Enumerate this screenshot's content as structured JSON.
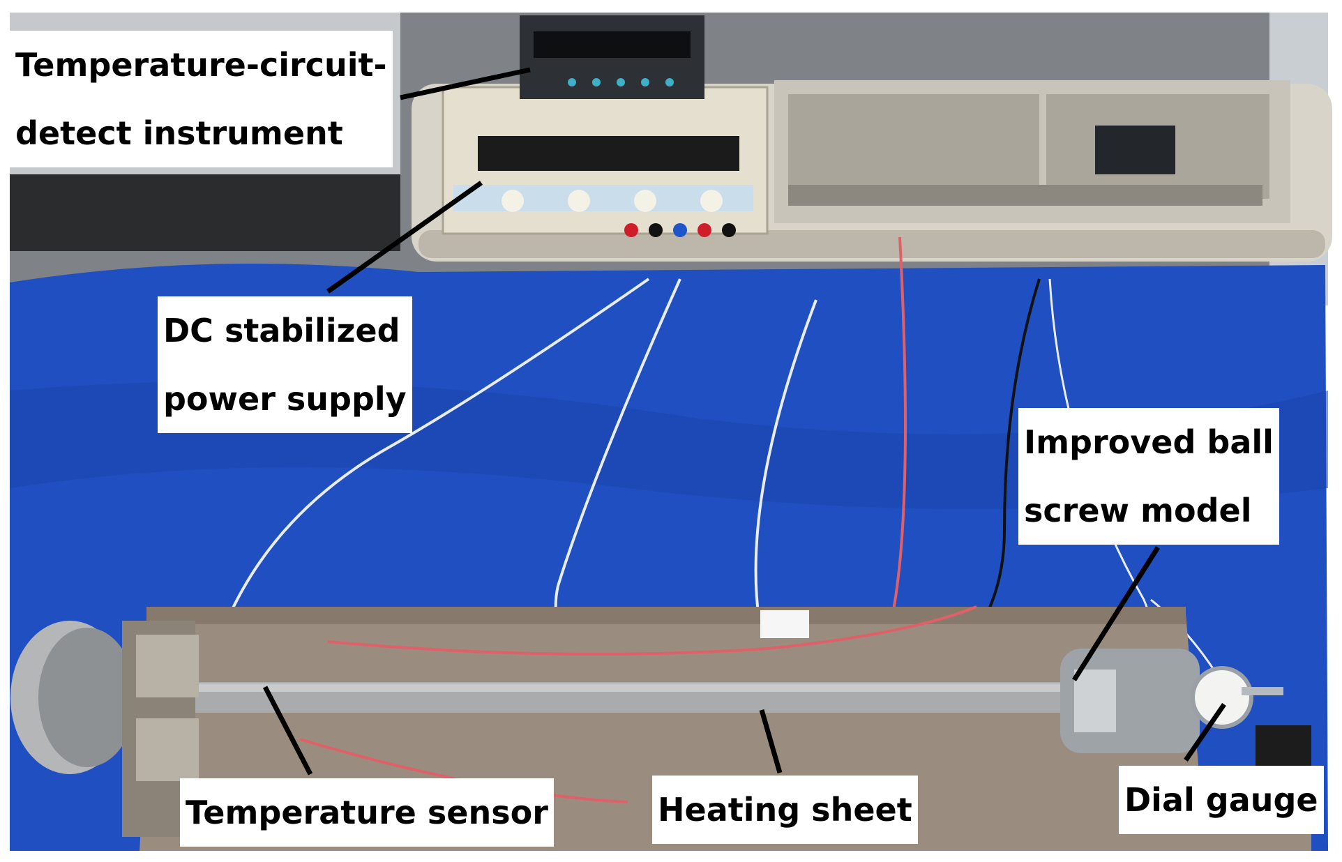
{
  "labels": {
    "temperature_instrument": {
      "line1": "Temperature-circuit-",
      "line2": "detect instrument"
    },
    "dc_power_supply": {
      "line1": "DC stabilized",
      "line2": "power supply"
    },
    "ball_screw": {
      "line1": "Improved ball",
      "line2": "screw model"
    },
    "temperature_sensor": "Temperature sensor",
    "heating_sheet": "Heating sheet",
    "dial_gauge": "Dial gauge"
  },
  "colors": {
    "cloth": "#1f4fc0",
    "cabinet": "#cfc9bd",
    "board": "#9a8c7e",
    "screw": "#a9abad",
    "wire_red": "#e0606a",
    "wire_white": "#e8ecf3",
    "wire_black": "#111111"
  }
}
